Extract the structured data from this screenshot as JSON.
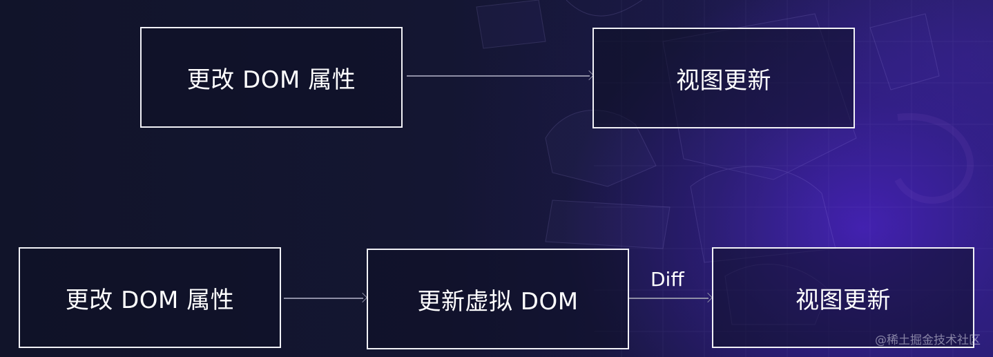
{
  "diagram": {
    "top_flow": {
      "step1": "更改 DOM 属性",
      "step2": "视图更新"
    },
    "bottom_flow": {
      "step1": "更改 DOM 属性",
      "step2": "更新虚拟 DOM",
      "edge_label": "Diff",
      "step3": "视图更新"
    }
  },
  "watermark": "@稀土掘金技术社区",
  "colors": {
    "background": "#11142a",
    "accent_glow": "#4822be",
    "box_border": "#f2f2f7",
    "arrow": "#8f8fa6"
  }
}
